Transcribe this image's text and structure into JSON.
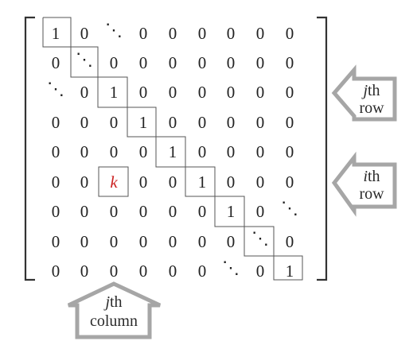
{
  "matrix": {
    "rows": [
      [
        "1",
        "0",
        "⋱",
        "0",
        "0",
        "0",
        "0",
        "0",
        "0"
      ],
      [
        "0",
        "⋱",
        "0",
        "0",
        "0",
        "0",
        "0",
        "0",
        "0"
      ],
      [
        "⋱",
        "0",
        "1",
        "0",
        "0",
        "0",
        "0",
        "0",
        "0"
      ],
      [
        "0",
        "0",
        "0",
        "1",
        "0",
        "0",
        "0",
        "0",
        "0"
      ],
      [
        "0",
        "0",
        "0",
        "0",
        "1",
        "0",
        "0",
        "0",
        "0"
      ],
      [
        "0",
        "0",
        "k",
        "0",
        "0",
        "1",
        "0",
        "0",
        "0"
      ],
      [
        "0",
        "0",
        "0",
        "0",
        "0",
        "0",
        "1",
        "0",
        "⋱"
      ],
      [
        "0",
        "0",
        "0",
        "0",
        "0",
        "0",
        "0",
        "⋱",
        "0"
      ],
      [
        "0",
        "0",
        "0",
        "0",
        "0",
        "0",
        "⋱",
        "0",
        "1"
      ]
    ],
    "highlight": {
      "row": 5,
      "col": 2,
      "color": "#cc2222"
    }
  },
  "labels": {
    "jth_row": {
      "italic": "j",
      "suffix": "th",
      "line2": "row"
    },
    "ith_row": {
      "italic": "i",
      "suffix": "th",
      "line2": "row"
    },
    "jth_column": {
      "italic": "j",
      "suffix": "th",
      "line2": "column"
    }
  },
  "colors": {
    "arrow_stroke": "#a6a6a6",
    "arrow_fill": "#ffffff",
    "box_stroke": "#555555"
  }
}
